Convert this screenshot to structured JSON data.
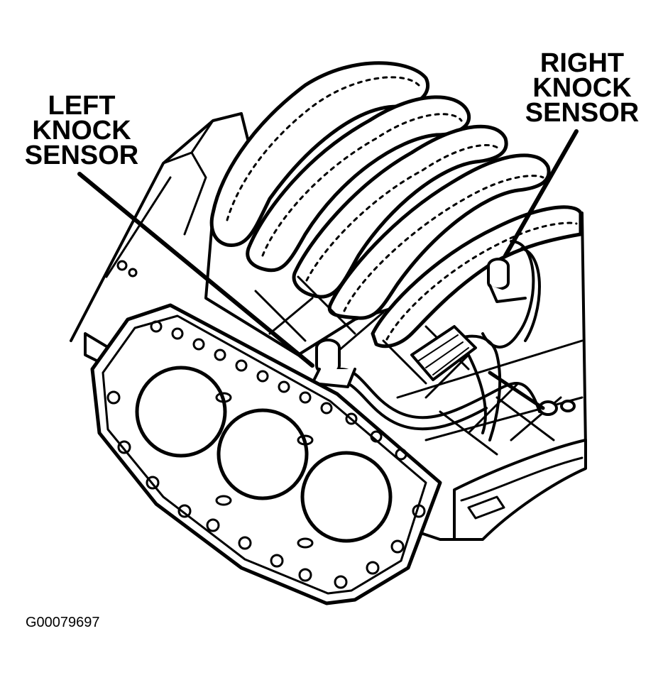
{
  "labels": {
    "left_sensor": [
      "LEFT",
      "KNOCK",
      "SENSOR"
    ],
    "right_sensor": [
      "RIGHT",
      "KNOCK",
      "SENSOR"
    ]
  },
  "figure_id": "G00079697",
  "colors": {
    "ink": "#000000",
    "paper": "#ffffff"
  }
}
